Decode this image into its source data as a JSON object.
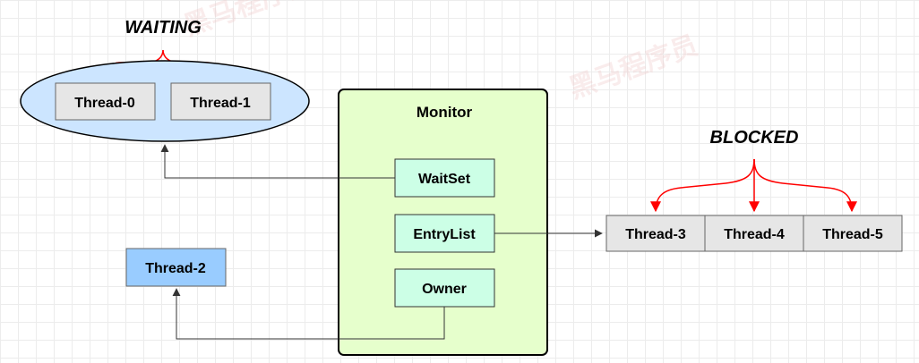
{
  "states": {
    "waiting": "WAITING",
    "blocked": "BLOCKED"
  },
  "monitor": {
    "title": "Monitor",
    "wait_set": "WaitSet",
    "entry_list": "EntryList",
    "owner": "Owner"
  },
  "threads": {
    "t0": "Thread-0",
    "t1": "Thread-1",
    "t2": "Thread-2",
    "t3": "Thread-3",
    "t4": "Thread-4",
    "t5": "Thread-5"
  },
  "colors": {
    "waiting_ellipse_fill": "#cce5ff",
    "thread_box_fill": "#e6e6e6",
    "owner_thread_fill": "#99ccff",
    "monitor_fill": "#e6ffcc",
    "monitor_item_fill": "#ccffe6",
    "red_arrow": "#ff0000"
  }
}
